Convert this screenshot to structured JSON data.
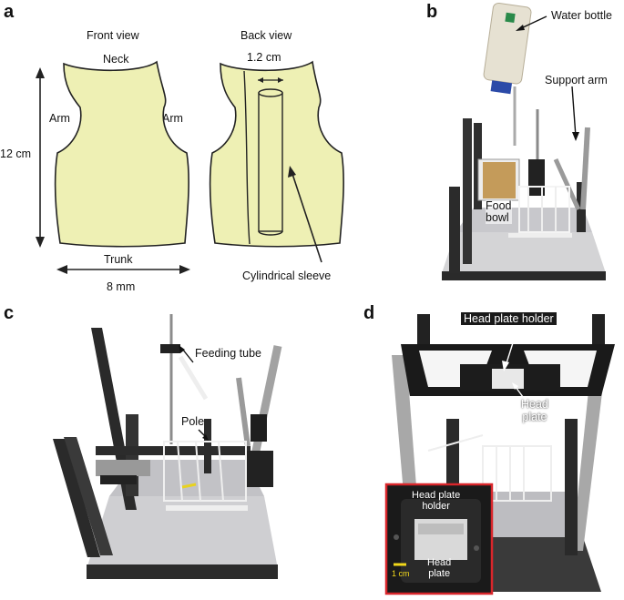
{
  "panels": {
    "a": {
      "letter": "a",
      "front_view_label": "Front view",
      "back_view_label": "Back view",
      "neck_label": "Neck",
      "arm_left_label": "Arm",
      "arm_right_label": "Arm",
      "height_label": "12 cm",
      "sleeve_width_label": "1.2 cm",
      "trunk_label": "Trunk",
      "width_label": "8 mm",
      "sleeve_label": "Cylindrical sleeve",
      "vest_color": "#eef0b4"
    },
    "b": {
      "letter": "b",
      "water_bottle_label": "Water bottle",
      "support_arm_label": "Support arm",
      "food_bowl_label": "Food\nbowl"
    },
    "c": {
      "letter": "c",
      "feeding_tube_label": "Feeding tube",
      "pole_label": "Pole"
    },
    "d": {
      "letter": "d",
      "head_plate_holder_label": "Head plate holder",
      "head_plate_label": "Head\nplate",
      "inset_holder_label": "Head plate\nholder",
      "inset_plate_label": "Head\nplate",
      "inset_scale_label": "1 cm",
      "inset_border_color": "#d9262b"
    }
  }
}
